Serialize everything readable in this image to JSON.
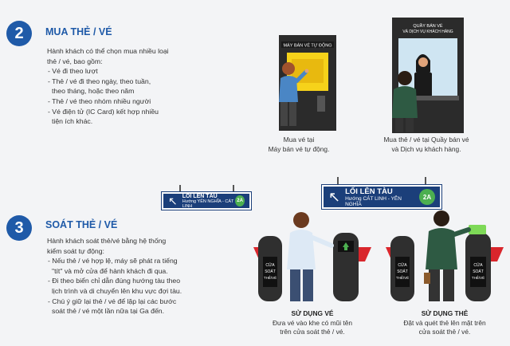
{
  "section2": {
    "number": "2",
    "title": "MUA THẺ / VÉ",
    "intro": [
      "Hành khách có thể chọn mua nhiều loại",
      "thẻ / vé, bao gồm:"
    ],
    "items": [
      [
        "- Vé đi theo lượt"
      ],
      [
        "- Thẻ / vé đi theo ngày, theo tuần,",
        "theo tháng, hoặc theo năm"
      ],
      [
        "- Thẻ / vé theo nhóm nhiều người"
      ],
      [
        "- Vé điện tử (IC Card) kết hợp nhiều",
        "tiện ích khác."
      ]
    ],
    "machine_label": "MÁY BÁN VÉ TỰ ĐỘNG",
    "counter_label": [
      "QUẦY BÁN VÉ",
      "VÀ DỊCH VỤ KHÁCH HÀNG"
    ],
    "caption_machine": [
      "Mua vé tại",
      "Máy bán vé tự động."
    ],
    "caption_counter": [
      "Mua thẻ / vé tại Quầy bán vé",
      "và Dịch vụ khách hàng."
    ]
  },
  "signs": {
    "small": {
      "arrow": "↖",
      "title": "LỐI LÊN TÀU",
      "direction": "Hướng YÊN NGHĨA - CÁT LINH",
      "badge": "2A"
    },
    "large": {
      "arrow": "↖",
      "title": "LỐI LÊN TÀU",
      "direction": "Hướng CÁT LINH - YÊN NGHĨA",
      "badge": "2A"
    }
  },
  "section3": {
    "number": "3",
    "title": "SOÁT THẺ / VÉ",
    "intro": [
      "Hành khách soát thẻ/vé bằng hệ thống",
      "kiểm soát tự động:"
    ],
    "items": [
      [
        "- Nếu thẻ / vé hợp lệ, máy sẽ phát ra tiếng",
        "\"tít\" và mở cửa để hành khách đi qua."
      ],
      [
        "- Đi theo biển chỉ dẫn đúng hướng tàu theo",
        "lịch trình và di chuyển lên khu vực đợi tàu."
      ],
      [
        "- Chú ý giữ lại thẻ / vé để lặp lại các bước",
        "soát thẻ / vé một lần nữa tại Ga đến."
      ]
    ],
    "gate_label": [
      "CỬA",
      "SOÁT",
      "THẺ/VÉ"
    ],
    "caption_ticket_title": "SỬ DỤNG VÉ",
    "caption_ticket": [
      "Đưa vé vào khe có mũi tên",
      "trên cửa soát thẻ / vé."
    ],
    "caption_card_title": "SỬ DỤNG THẺ",
    "caption_card": [
      "Đặt và quét thẻ lên mặt trên",
      "cửa soát thẻ / vé."
    ]
  },
  "colors": {
    "blue": "#1f5aa8",
    "sign_blue": "#1b3f7a",
    "badge_green": "#4caf50",
    "gate_red": "#d9262c"
  }
}
